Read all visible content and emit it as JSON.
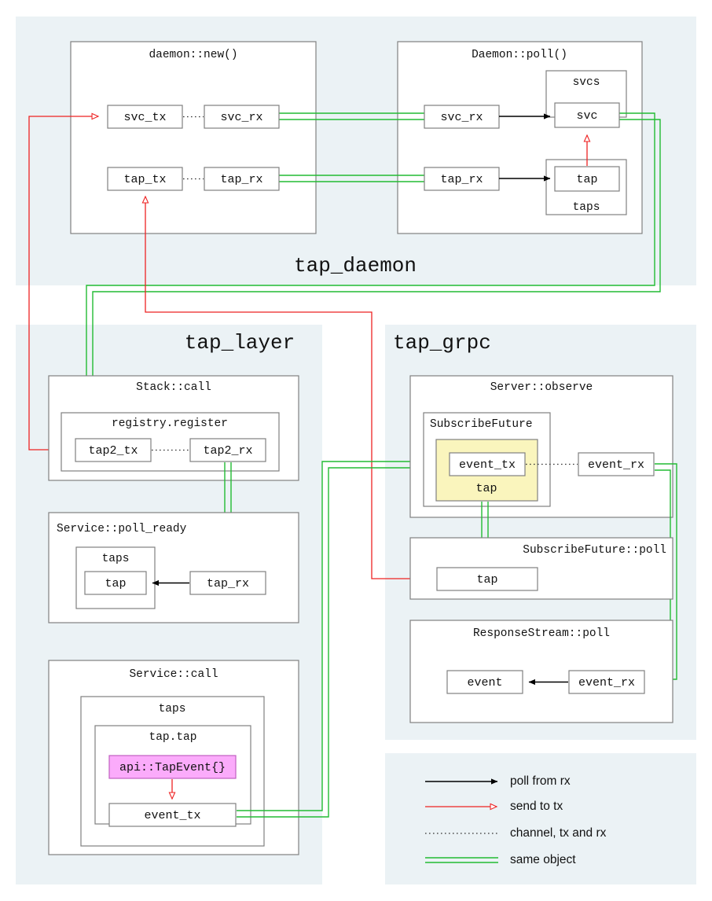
{
  "diagram": {
    "title_semantics": "linkerd tap data-flow architecture",
    "panels": [
      {
        "id": "tap_daemon",
        "label": "tap_daemon"
      },
      {
        "id": "tap_layer",
        "label": "tap_layer"
      },
      {
        "id": "tap_grpc",
        "label": "tap_grpc"
      },
      {
        "id": "legend",
        "label": ""
      }
    ],
    "groups": [
      {
        "id": "daemon_new",
        "label": "daemon::new()"
      },
      {
        "id": "daemon_poll",
        "label": "Daemon::poll()"
      },
      {
        "id": "svcs",
        "label": "svcs"
      },
      {
        "id": "taps_daemon",
        "label": "taps"
      },
      {
        "id": "stack_call",
        "label": "Stack::call"
      },
      {
        "id": "registry_register",
        "label": "registry.register"
      },
      {
        "id": "service_poll_ready",
        "label": "Service::poll_ready"
      },
      {
        "id": "taps_poll_ready",
        "label": "taps"
      },
      {
        "id": "service_call",
        "label": "Service::call"
      },
      {
        "id": "taps_service_call",
        "label": "taps"
      },
      {
        "id": "tap_tap",
        "label": "tap.tap"
      },
      {
        "id": "server_observe",
        "label": "Server::observe"
      },
      {
        "id": "subscribe_future",
        "label": "SubscribeFuture"
      },
      {
        "id": "subscribe_future_poll",
        "label": "SubscribeFuture::poll"
      },
      {
        "id": "response_stream_poll",
        "label": "ResponseStream::poll"
      }
    ],
    "nodes": [
      {
        "id": "svc_tx_new",
        "label": "svc_tx"
      },
      {
        "id": "svc_rx_new",
        "label": "svc_rx"
      },
      {
        "id": "tap_tx_new",
        "label": "tap_tx"
      },
      {
        "id": "tap_rx_new",
        "label": "tap_rx"
      },
      {
        "id": "svc_rx_poll",
        "label": "svc_rx"
      },
      {
        "id": "svc_poll",
        "label": "svc"
      },
      {
        "id": "tap_rx_poll",
        "label": "tap_rx"
      },
      {
        "id": "tap_poll",
        "label": "tap"
      },
      {
        "id": "tap2_tx",
        "label": "tap2_tx"
      },
      {
        "id": "tap2_rx",
        "label": "tap2_rx"
      },
      {
        "id": "tap_ready",
        "label": "tap"
      },
      {
        "id": "tap_rx_ready",
        "label": "tap_rx"
      },
      {
        "id": "api_tap_event",
        "label": "api::TapEvent{}"
      },
      {
        "id": "event_tx_call",
        "label": "event_tx"
      },
      {
        "id": "event_tx_observe",
        "label": "event_tx"
      },
      {
        "id": "tap_subscribe",
        "label": "tap"
      },
      {
        "id": "event_rx_observe",
        "label": "event_rx"
      },
      {
        "id": "tap_sf_poll",
        "label": "tap"
      },
      {
        "id": "event_response",
        "label": "event"
      },
      {
        "id": "event_rx_response",
        "label": "event_rx"
      }
    ],
    "legend": {
      "items": [
        {
          "id": "poll-from-rx",
          "label": "poll from rx",
          "style": "black-solid-arrow",
          "color": "#000000"
        },
        {
          "id": "send-to-tx",
          "label": "send to tx",
          "style": "red-solid-open-arrow",
          "color": "#ee2222"
        },
        {
          "id": "channel-tx-rx",
          "label": "channel, tx and rx",
          "style": "black-dotted",
          "color": "#333333"
        },
        {
          "id": "same-object",
          "label": "same object",
          "style": "green-double-line",
          "color": "#22bb33"
        }
      ]
    },
    "colors": {
      "panel_background": "#ebf2f5",
      "canvas_background": "#ffffff",
      "box_stroke": "#808080",
      "poll_arrow": "#000000",
      "send_arrow": "#ee2222",
      "same_object": "#22bb33",
      "highlight_yellow": "#faf5bd",
      "highlight_pink": "#fbabfb"
    }
  }
}
